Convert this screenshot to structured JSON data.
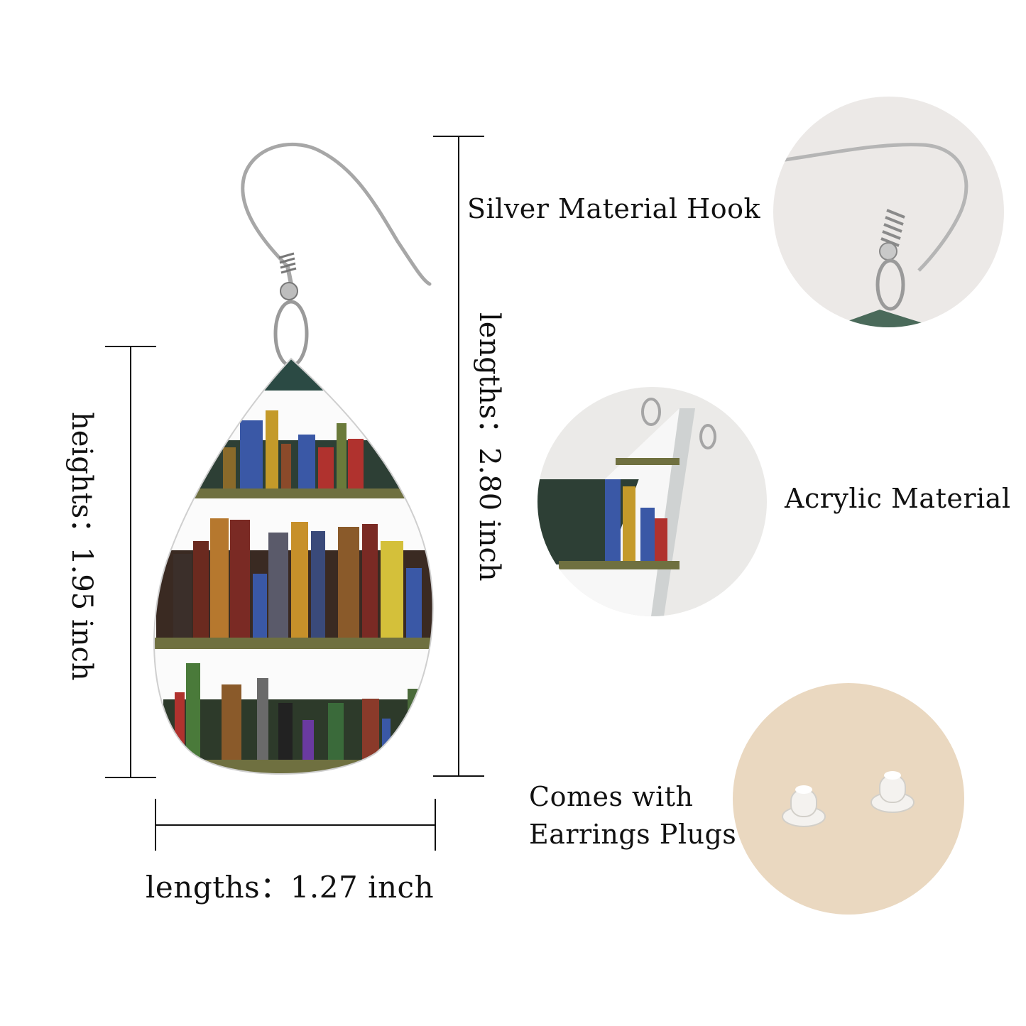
{
  "dimensions": {
    "total_length": "lengths：2.80 inch",
    "height": "heights：1.95 inch",
    "width": "lengths：1.27 inch"
  },
  "features": [
    {
      "label": "Silver Material Hook",
      "icon": "hook-detail-photo"
    },
    {
      "label": "Acrylic Material",
      "icon": "acrylic-edge-photo"
    },
    {
      "label_line1": "Comes with",
      "label_line2": "Earrings Plugs",
      "icon": "earring-plugs-photo"
    }
  ],
  "colors": {
    "line": "#111111",
    "circle_hook_bg": "#ece9e7",
    "circle_acrylic_bg": "#ebeae8",
    "circle_plugs_bg": "#ead8c0"
  }
}
